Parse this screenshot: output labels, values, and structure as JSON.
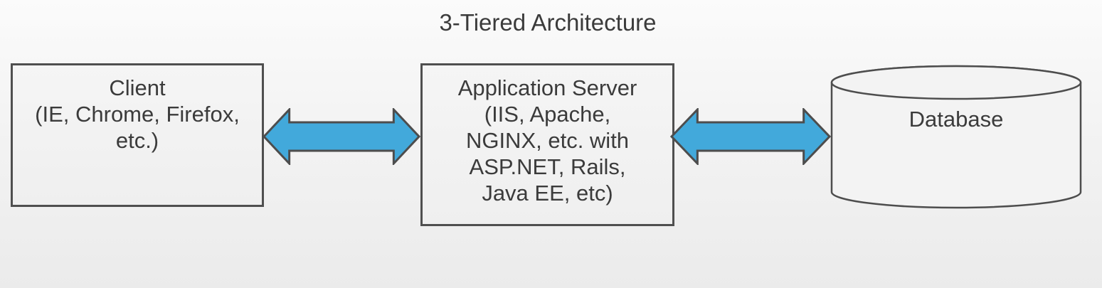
{
  "title": "3-Tiered Architecture",
  "colors": {
    "arrow_fill": "#42a9db",
    "arrow_outline": "#4d4d4d",
    "shape_border": "#4f4f4f",
    "shape_fill": "#f3f3f3",
    "text": "#3b3b3b",
    "background_top": "#fbfbfb",
    "background_bottom": "#ebebeb"
  },
  "nodes": {
    "client": {
      "shape": "rectangle",
      "label": "Client\n(IE, Chrome, Firefox,\netc.)"
    },
    "app_server": {
      "shape": "rectangle",
      "label": "Application Server\n(IIS, Apache,\nNGINX, etc. with\nASP.NET, Rails,\nJava EE, etc)"
    },
    "database": {
      "shape": "cylinder",
      "label": "Database"
    }
  },
  "connectors": [
    {
      "from": "client",
      "to": "app_server",
      "type": "bidirectional-arrow"
    },
    {
      "from": "app_server",
      "to": "database",
      "type": "bidirectional-arrow"
    }
  ]
}
